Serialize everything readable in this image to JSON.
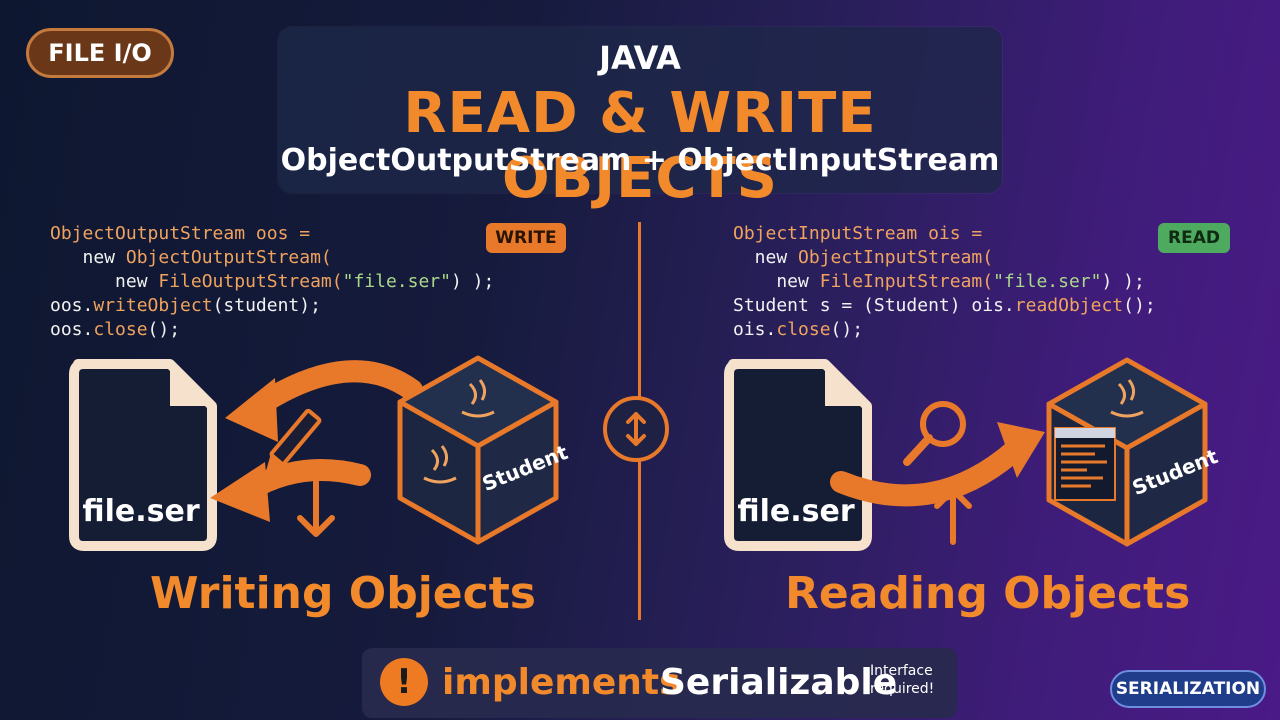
{
  "header": {
    "category_tag": "FILE I/O",
    "language": "JAVA",
    "title": "READ & WRITE OBJECTS",
    "subtitle": "ObjectOutputStream + ObjectInputStream"
  },
  "write": {
    "badge": "WRITE",
    "code": {
      "l1": "ObjectOutputStream oos =",
      "l2a": "   new ",
      "l2b": "ObjectOutputStream(",
      "l3a": "      new ",
      "l3b": "FileOutputStream(",
      "l3c": "\"file.ser\"",
      "l3d": ") );",
      "l4a": "oos.",
      "l4b": "writeObject",
      "l4c": "(student);",
      "l5a": "oos.",
      "l5b": "close",
      "l5c": "();"
    },
    "file_label": "file.ser",
    "cube_label": "Student",
    "section_label": "Writing Objects"
  },
  "read": {
    "badge": "READ",
    "code": {
      "l1": "ObjectInputStream ois =",
      "l2a": "  new ",
      "l2b": "ObjectInputStream(",
      "l3a": "    new ",
      "l3b": "FileInputStream(",
      "l3c": "\"file.ser\"",
      "l3d": ") );",
      "l4a": "Student s = (Student) ois.",
      "l4b": "readObject",
      "l4c": "();",
      "l5a": "ois.",
      "l5b": "close",
      "l5c": "();"
    },
    "file_label": "file.ser",
    "cube_label": "Student",
    "section_label": "Reading Objects"
  },
  "footer": {
    "warning_icon": "!",
    "implements": "implements",
    "serializable": "Serializable",
    "note_line1": "Interface",
    "note_line2": "required!",
    "topic_tag": "SERIALIZATION"
  },
  "colors": {
    "accent": "#f28a2c",
    "read_badge": "#4daa5f",
    "code_keyword": "#f0a35e",
    "code_string": "#a9d88a"
  },
  "icons": [
    "file-icon",
    "pencil-icon",
    "arrow-down-icon",
    "java-cube-icon",
    "swap-vertical-icon",
    "magnifier-icon",
    "arrow-up-icon",
    "warning-icon"
  ]
}
